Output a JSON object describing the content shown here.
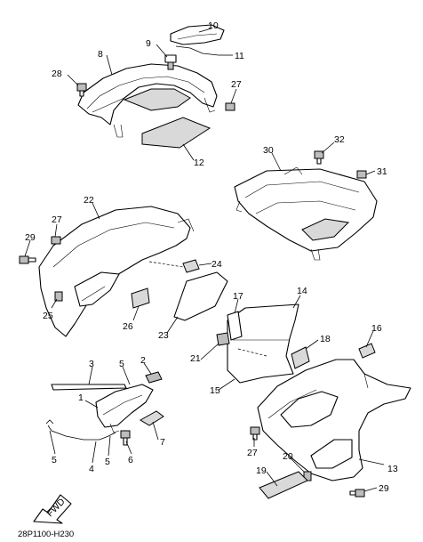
{
  "diagram": {
    "caption": "28P1100-H230",
    "fwd_label": "FWD",
    "callouts": [
      "1",
      "2",
      "3",
      "4",
      "5",
      "6",
      "7",
      "8",
      "9",
      "10",
      "11",
      "12",
      "13",
      "14",
      "15",
      "16",
      "17",
      "19",
      "20",
      "21",
      "22",
      "23",
      "24",
      "25",
      "26",
      "27",
      "28",
      "29",
      "30",
      "31",
      "32"
    ],
    "callout_list": [
      {
        "id": "c10",
        "text": "10"
      },
      {
        "id": "c11",
        "text": "11"
      },
      {
        "id": "c9",
        "text": "9"
      },
      {
        "id": "c8",
        "text": "8"
      },
      {
        "id": "c28",
        "text": "28"
      },
      {
        "id": "c27a",
        "text": "27"
      },
      {
        "id": "c12",
        "text": "12"
      },
      {
        "id": "c30",
        "text": "30"
      },
      {
        "id": "c32",
        "text": "32"
      },
      {
        "id": "c31",
        "text": "31"
      },
      {
        "id": "c22",
        "text": "22"
      },
      {
        "id": "c27b",
        "text": "27"
      },
      {
        "id": "c29a",
        "text": "29"
      },
      {
        "id": "c24",
        "text": "24"
      },
      {
        "id": "c25",
        "text": "25"
      },
      {
        "id": "c26",
        "text": "26"
      },
      {
        "id": "c23",
        "text": "23"
      },
      {
        "id": "c17",
        "text": "17"
      },
      {
        "id": "c14",
        "text": "14"
      },
      {
        "id": "c18",
        "text": "18"
      },
      {
        "id": "c21",
        "text": "21"
      },
      {
        "id": "c16",
        "text": "16"
      },
      {
        "id": "c15",
        "text": "15"
      },
      {
        "id": "c3",
        "text": "3"
      },
      {
        "id": "c5a",
        "text": "5"
      },
      {
        "id": "c2",
        "text": "2"
      },
      {
        "id": "c1",
        "text": "1"
      },
      {
        "id": "c7",
        "text": "7"
      },
      {
        "id": "c5b",
        "text": "5"
      },
      {
        "id": "c4",
        "text": "4"
      },
      {
        "id": "c5c",
        "text": "5"
      },
      {
        "id": "c6",
        "text": "6"
      },
      {
        "id": "c27c",
        "text": "27"
      },
      {
        "id": "c20",
        "text": "20"
      },
      {
        "id": "c19",
        "text": "19"
      },
      {
        "id": "c13",
        "text": "13"
      },
      {
        "id": "c29b",
        "text": "29"
      }
    ]
  }
}
